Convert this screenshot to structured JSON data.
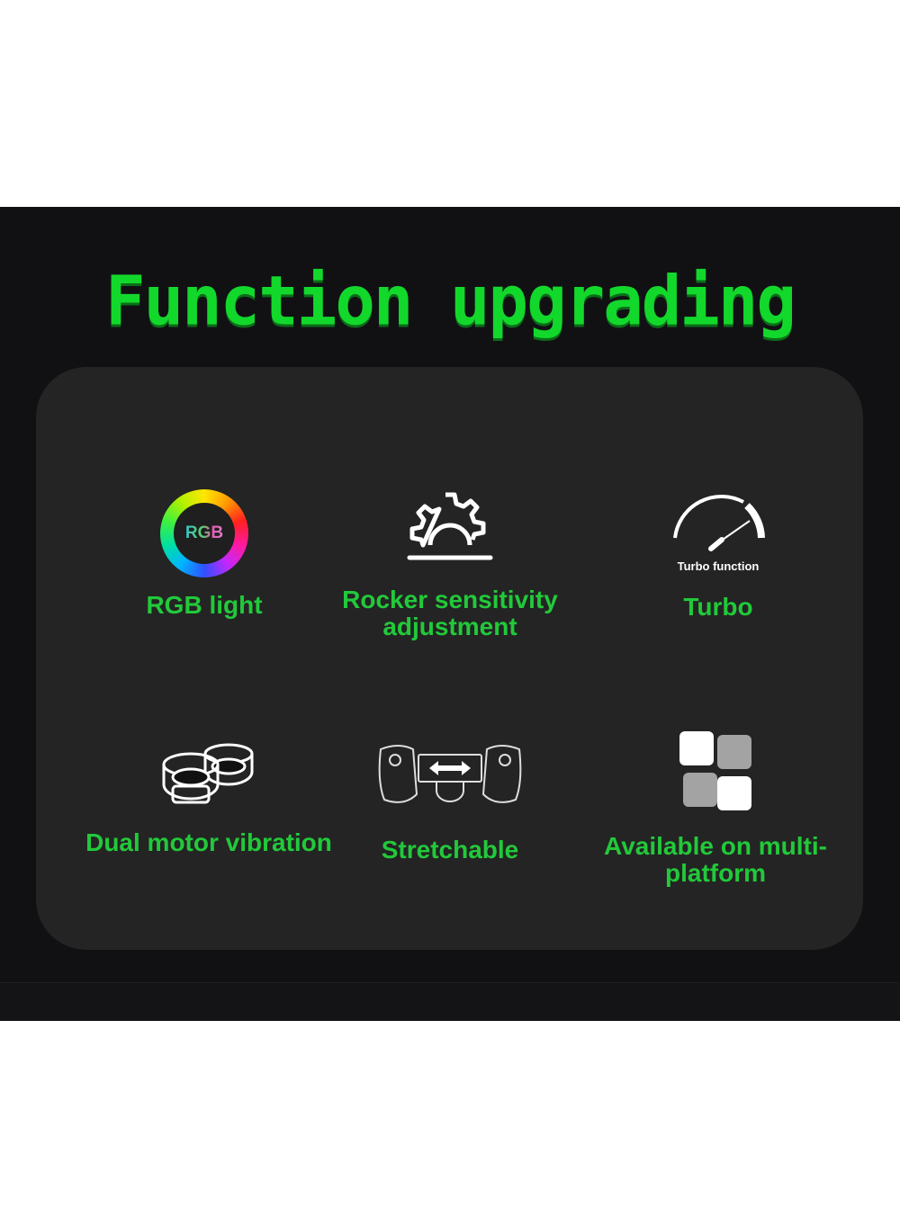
{
  "headline": "Function upgrading",
  "colors": {
    "headline": "#13d82c",
    "label": "#22c93a",
    "background": "#111114",
    "panel": "#242424",
    "icon": "#ffffff"
  },
  "features": [
    {
      "label": "RGB light",
      "icon": "rgb-ring-icon",
      "icon_text": "RGB"
    },
    {
      "label": "Rocker sensitivity adjustment",
      "icon": "gear-icon"
    },
    {
      "label": "Turbo",
      "icon": "speedometer-icon",
      "icon_caption": "Turbo function"
    },
    {
      "label": "Dual motor vibration",
      "icon": "dual-motor-icon"
    },
    {
      "label": "Stretchable",
      "icon": "stretch-controller-icon"
    },
    {
      "label": "Available on multi-platform",
      "icon": "multi-platform-tiles-icon"
    }
  ]
}
